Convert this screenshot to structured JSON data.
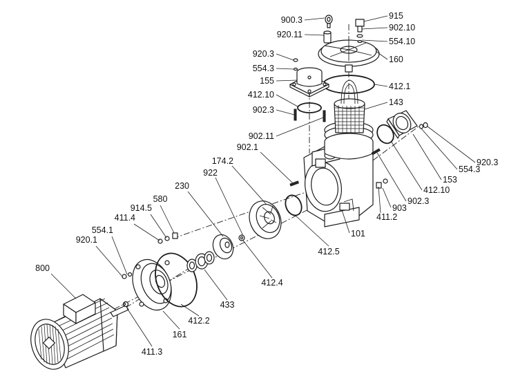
{
  "diagram": {
    "callouts": [
      {
        "id": "900.3",
        "label": "900.3",
        "anchor": "end"
      },
      {
        "id": "915",
        "label": "915",
        "anchor": "start"
      },
      {
        "id": "902.10",
        "label": "902.10",
        "anchor": "start"
      },
      {
        "id": "920.11",
        "label": "920.11",
        "anchor": "end"
      },
      {
        "id": "554.10",
        "label": "554.10",
        "anchor": "start"
      },
      {
        "id": "920.3-top",
        "label": "920.3",
        "anchor": "end"
      },
      {
        "id": "160",
        "label": "160",
        "anchor": "start"
      },
      {
        "id": "554.3-top",
        "label": "554.3",
        "anchor": "end"
      },
      {
        "id": "155",
        "label": "155",
        "anchor": "end"
      },
      {
        "id": "412.1",
        "label": "412.1",
        "anchor": "start"
      },
      {
        "id": "412.10-left",
        "label": "412.10",
        "anchor": "end"
      },
      {
        "id": "143",
        "label": "143",
        "anchor": "start"
      },
      {
        "id": "902.3-left",
        "label": "902.3",
        "anchor": "end"
      },
      {
        "id": "902.11",
        "label": "902.11",
        "anchor": "end"
      },
      {
        "id": "902.1",
        "label": "902.1",
        "anchor": "end"
      },
      {
        "id": "920.3-right",
        "label": "920.3",
        "anchor": "start"
      },
      {
        "id": "174.2",
        "label": "174.2",
        "anchor": "end"
      },
      {
        "id": "554.3-right",
        "label": "554.3",
        "anchor": "start"
      },
      {
        "id": "922",
        "label": "922",
        "anchor": "end"
      },
      {
        "id": "153",
        "label": "153",
        "anchor": "start"
      },
      {
        "id": "230",
        "label": "230",
        "anchor": "end"
      },
      {
        "id": "412.10-right",
        "label": "412.10",
        "anchor": "start"
      },
      {
        "id": "902.3-right",
        "label": "902.3",
        "anchor": "start"
      },
      {
        "id": "580",
        "label": "580",
        "anchor": "middle"
      },
      {
        "id": "903",
        "label": "903",
        "anchor": "start"
      },
      {
        "id": "914.5",
        "label": "914.5",
        "anchor": "end"
      },
      {
        "id": "411.2",
        "label": "411.2",
        "anchor": "start"
      },
      {
        "id": "411.4",
        "label": "411.4",
        "anchor": "end"
      },
      {
        "id": "101",
        "label": "101",
        "anchor": "start"
      },
      {
        "id": "554.1",
        "label": "554.1",
        "anchor": "end"
      },
      {
        "id": "920.1",
        "label": "920.1",
        "anchor": "end"
      },
      {
        "id": "412.5",
        "label": "412.5",
        "anchor": "middle"
      },
      {
        "id": "800",
        "label": "800",
        "anchor": "end"
      },
      {
        "id": "412.4",
        "label": "412.4",
        "anchor": "middle"
      },
      {
        "id": "433",
        "label": "433",
        "anchor": "middle"
      },
      {
        "id": "412.2",
        "label": "412.2",
        "anchor": "middle"
      },
      {
        "id": "161",
        "label": "161",
        "anchor": "middle"
      },
      {
        "id": "411.3",
        "label": "411.3",
        "anchor": "middle"
      }
    ]
  }
}
